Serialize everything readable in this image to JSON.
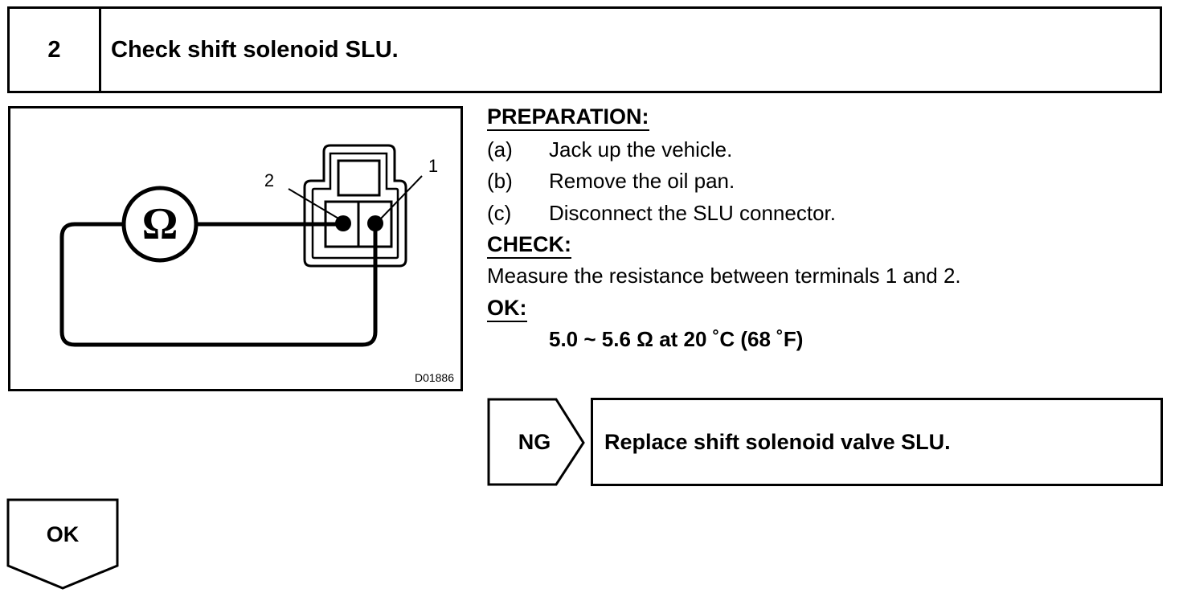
{
  "step": {
    "number": "2",
    "title": "Check shift solenoid SLU."
  },
  "figure": {
    "ohmmeter_symbol": "Ω",
    "terminal_2_label": "2",
    "terminal_1_label": "1",
    "code": "D01886"
  },
  "preparation": {
    "heading": "PREPARATION:",
    "steps": [
      {
        "letter": "(a)",
        "text": "Jack up the vehicle."
      },
      {
        "letter": "(b)",
        "text": "Remove the oil pan."
      },
      {
        "letter": "(c)",
        "text": "Disconnect the SLU connector."
      }
    ]
  },
  "check": {
    "heading": "CHECK:",
    "text": "Measure the resistance between terminals 1 and 2."
  },
  "ok_spec": {
    "heading": "OK:",
    "value": "5.0 ~ 5.6 Ω at 20 ˚C (68 ˚F)"
  },
  "ng_result": {
    "label": "NG",
    "action": "Replace shift solenoid valve SLU."
  },
  "ok_result": {
    "label": "OK"
  }
}
